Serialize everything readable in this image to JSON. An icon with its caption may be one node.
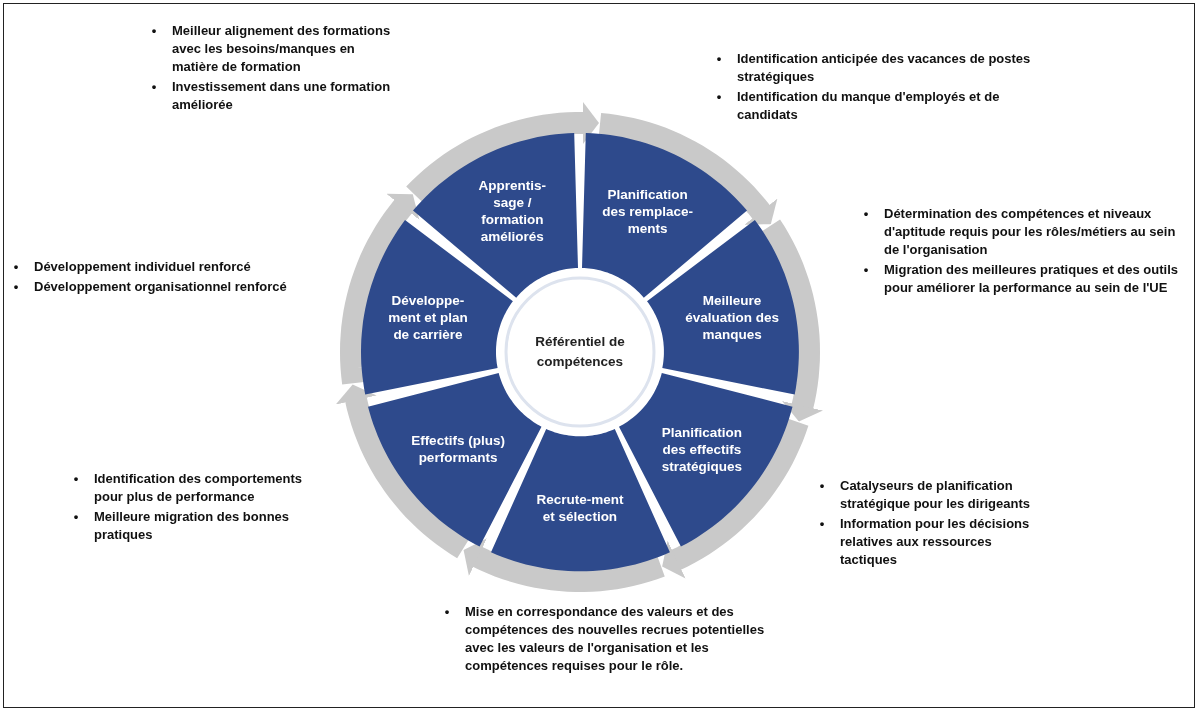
{
  "diagram": {
    "nodes": [
      {
        "text": [
          "Référentiel de compétences"
        ]
      },
      {
        "text": [
          "Planification des remplace-ments"
        ]
      },
      {
        "text": [
          "Meilleure évaluation des manques"
        ]
      },
      {
        "text": [
          "Planification des effectifs stratégiques"
        ]
      },
      {
        "text": [
          "Recrute-ment et sélection"
        ]
      },
      {
        "text": [
          "Effectifs (plus) performants"
        ]
      },
      {
        "text": [
          "Développe-ment et plan de carrière"
        ]
      },
      {
        "text": [
          "Apprentis-sage / formation améliorés"
        ]
      }
    ],
    "edges": [
      {
        "from": 1,
        "to": 2,
        "arrow": "to"
      },
      {
        "from": 2,
        "to": 3,
        "arrow": "to"
      },
      {
        "from": 3,
        "to": 4,
        "arrow": "to"
      },
      {
        "from": 4,
        "to": 5,
        "arrow": "to"
      },
      {
        "from": 5,
        "to": 6,
        "arrow": "to"
      },
      {
        "from": 6,
        "to": 7,
        "arrow": "to"
      },
      {
        "from": 7,
        "to": 1,
        "arrow": "to"
      }
    ],
    "labels": [
      "•",
      "Meilleur alignement des formations avec les besoins/manques en matière de formation",
      "•",
      "Investissement dans une formation améliorée",
      "•",
      "Identification anticipée des vacances de postes stratégiques",
      "•",
      "Identification du manque d'employés et de candidats",
      "•",
      "Détermination des compétences et niveaux d'aptitude requis pour les rôles/métiers au sein de l'organisation",
      "•",
      "Migration des meilleures pratiques et des outils pour améliorer la performance au sein de l'UE",
      "•",
      "Développement individuel renforcé",
      "•",
      "Développement organisationnel renforcé",
      "•",
      "Identification des comportements pour plus de performance",
      "•",
      "Meilleure migration des bonnes pratiques",
      "•",
      "Catalyseurs de planification stratégique pour les dirigeants",
      "•",
      "Information pour les décisions relatives aux ressources tactiques",
      "•",
      "Mise en correspondance des valeurs et des compétences des nouvelles recrues potentielles avec les valeurs de l'organisation et les compétences requises pour le rôle."
    ]
  }
}
